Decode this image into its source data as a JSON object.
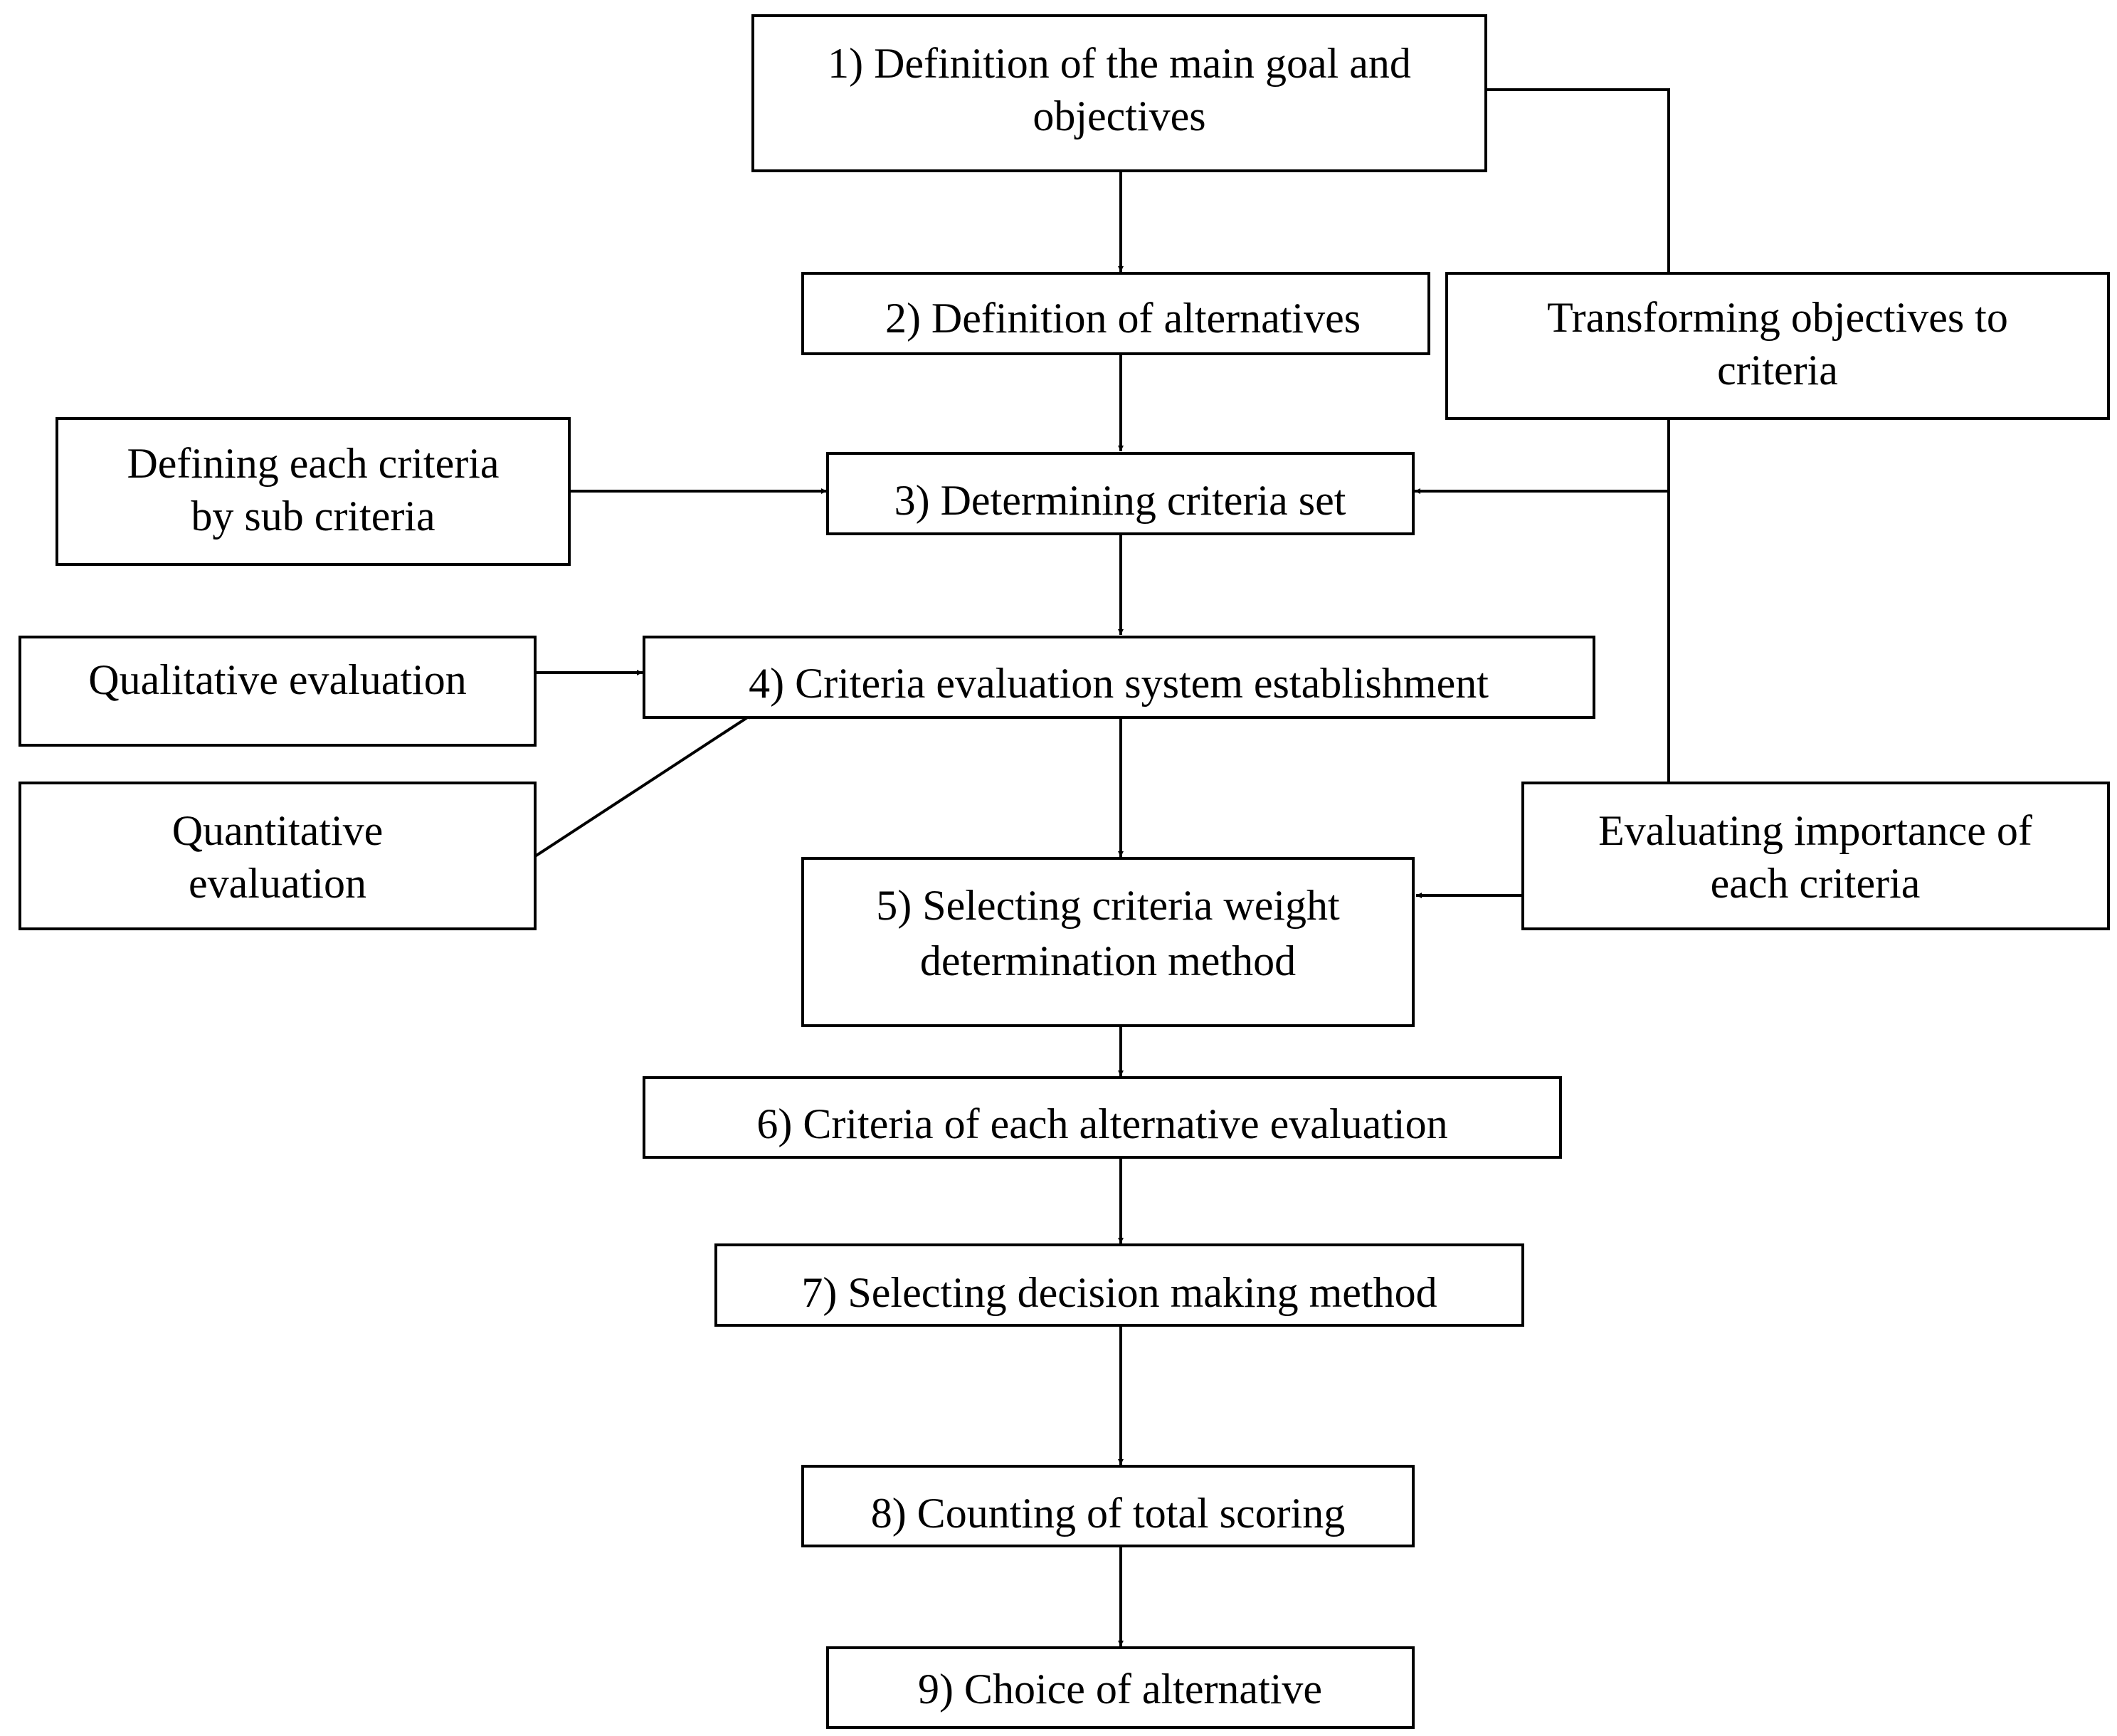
{
  "diagram": {
    "nodes": {
      "step1": {
        "lines": [
          "1) Definition of the main goal and",
          "objectives"
        ]
      },
      "step2": {
        "lines": [
          "2) Definition of alternatives"
        ]
      },
      "step3": {
        "lines": [
          "3) Determining criteria set"
        ]
      },
      "step4": {
        "lines": [
          "4) Criteria evaluation system establishment"
        ]
      },
      "step5": {
        "lines": [
          "5) Selecting criteria weight",
          "determination method"
        ]
      },
      "step6": {
        "lines": [
          "6) Criteria of each alternative evaluation"
        ]
      },
      "step7": {
        "lines": [
          "7) Selecting decision making method"
        ]
      },
      "step8": {
        "lines": [
          "8) Counting of total scoring"
        ]
      },
      "step9": {
        "lines": [
          "9) Choice of alternative"
        ]
      },
      "transforming": {
        "lines": [
          "Transforming objectives to",
          "criteria"
        ]
      },
      "defining_sub": {
        "lines": [
          "Defining each criteria",
          "by sub criteria"
        ]
      },
      "qualitative": {
        "lines": [
          "Qualitative evaluation"
        ]
      },
      "quantitative": {
        "lines": [
          "Quantitative",
          "evaluation"
        ]
      },
      "importance": {
        "lines": [
          "Evaluating importance of",
          "each criteria"
        ]
      }
    }
  }
}
